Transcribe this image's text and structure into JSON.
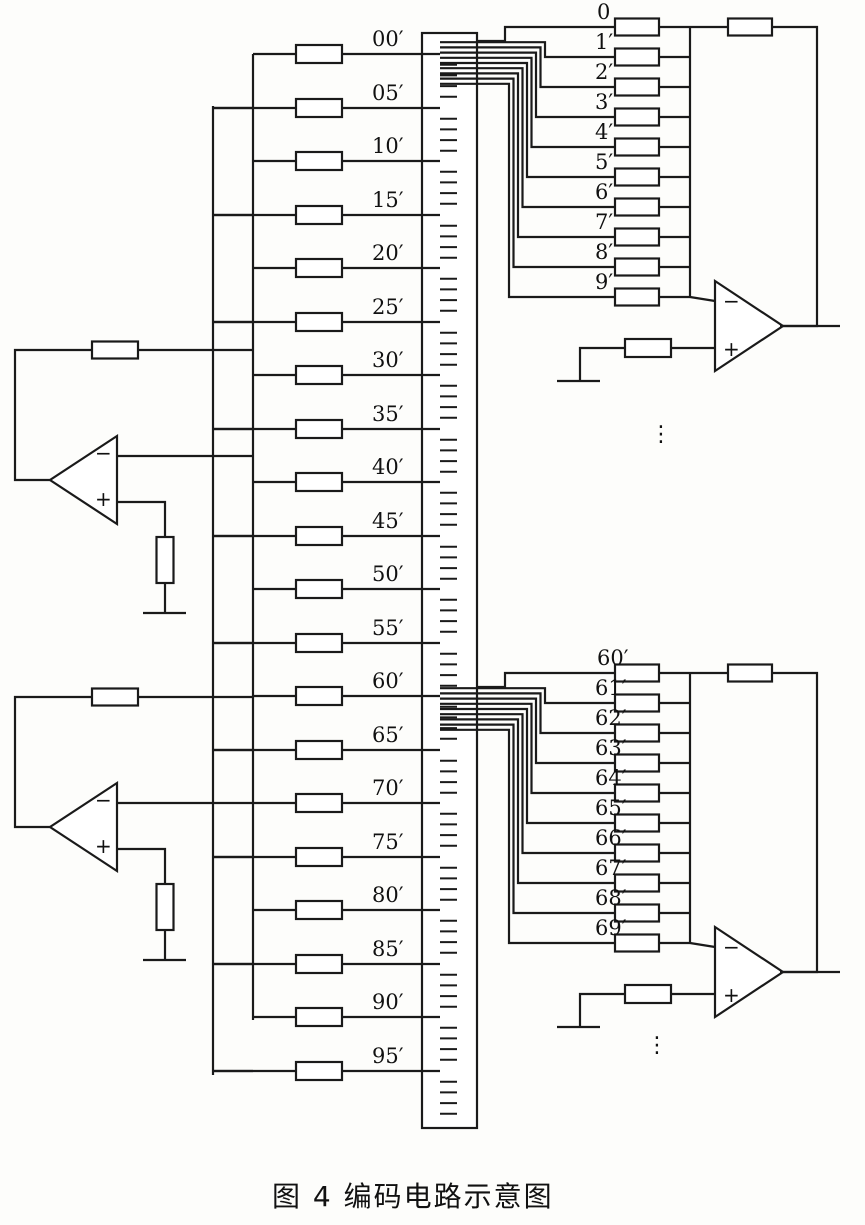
{
  "caption": "图 4  编码电路示意图",
  "scale_labels": [
    "00′",
    "05′",
    "10′",
    "15′",
    "20′",
    "25′",
    "30′",
    "35′",
    "40′",
    "45′",
    "50′",
    "55′",
    "60′",
    "65′",
    "70′",
    "75′",
    "80′",
    "85′",
    "90′",
    "95′"
  ],
  "upper_group_labels": [
    "0",
    "1′",
    "2′",
    "3′",
    "4′",
    "5′",
    "6′",
    "7′",
    "8′",
    "9′"
  ],
  "lower_group_labels": [
    "60′",
    "61′",
    "62′",
    "63′",
    "64′",
    "65′",
    "66′",
    "67′",
    "68′",
    "69′"
  ],
  "opamp_minus": "−",
  "opamp_plus": "+",
  "ellipsis": "⋮"
}
